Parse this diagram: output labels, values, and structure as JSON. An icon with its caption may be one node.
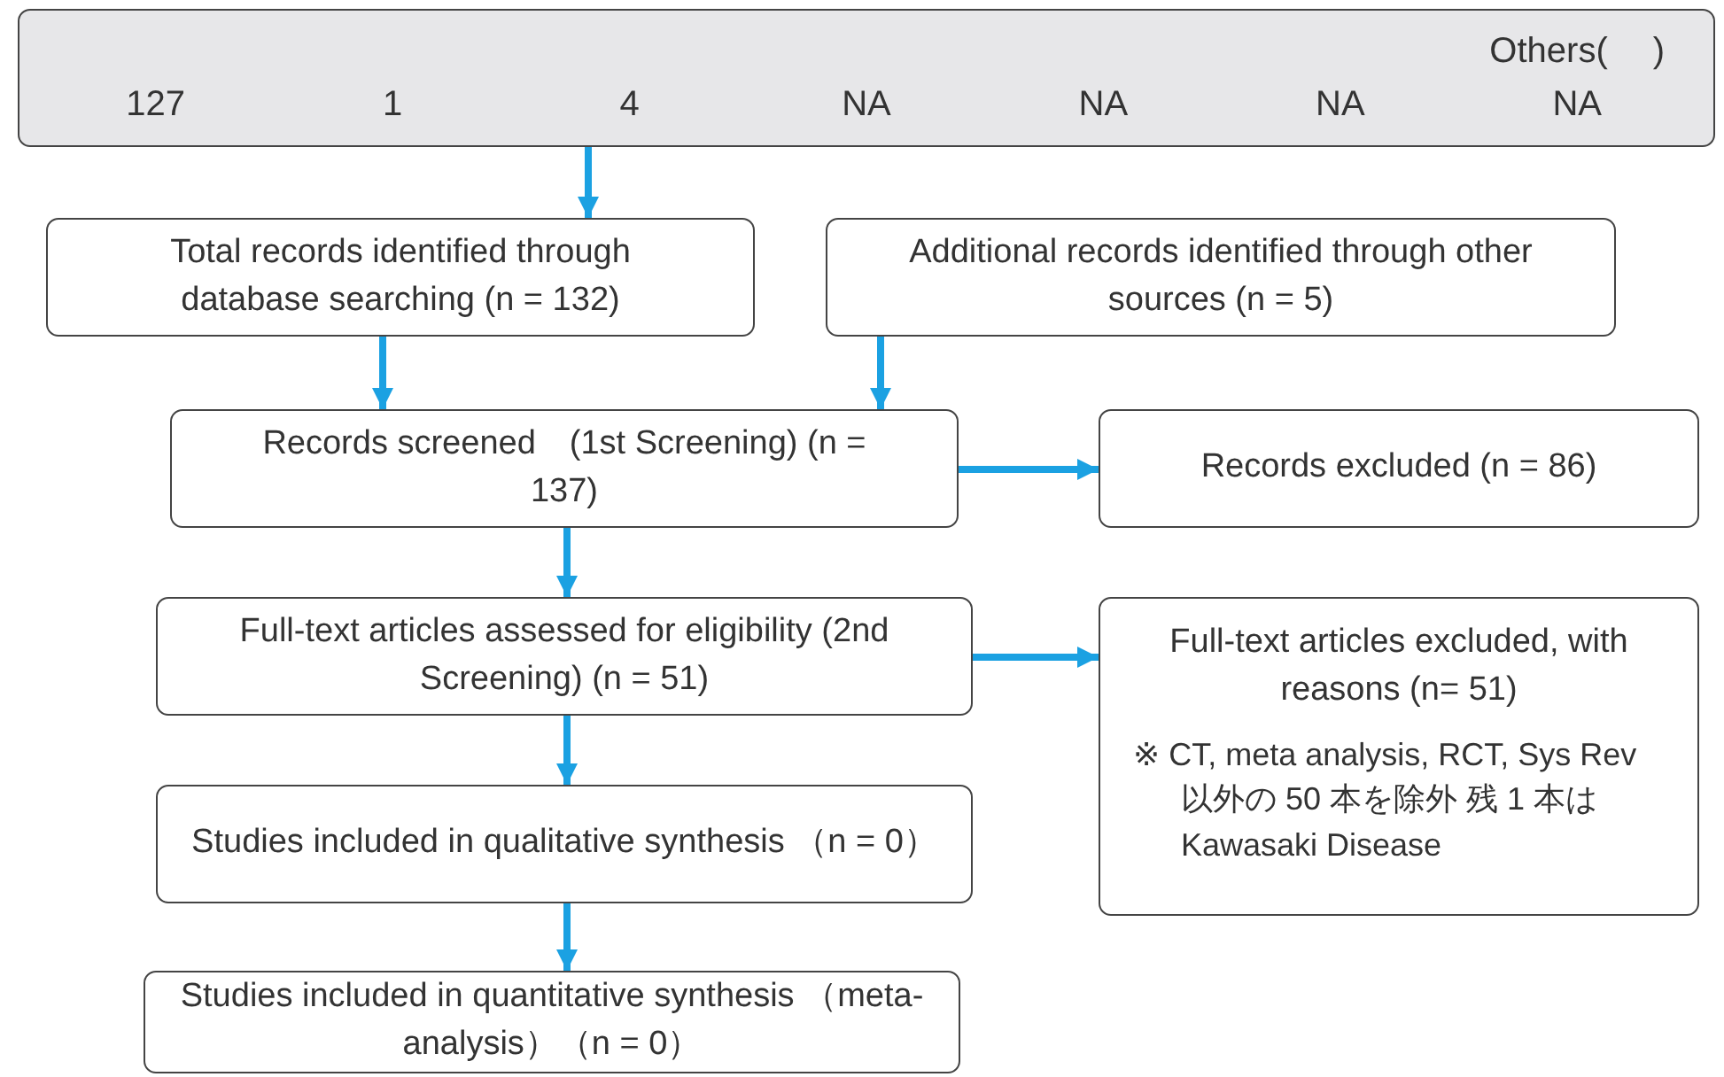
{
  "diagram": {
    "nodes": [
      {
        "text": [
          "127",
          "1",
          "4",
          "NA",
          "NA",
          "NA",
          "Others(　 )",
          "NA"
        ]
      },
      {
        "text": [
          "Total records identified through database searching (n = 132)"
        ]
      },
      {
        "text": [
          "Additional records identified through other sources (n = 5)"
        ]
      },
      {
        "text": [
          "Records screened　(1st Screening) (n = 137)"
        ]
      },
      {
        "text": [
          "Records excluded (n = 86)"
        ]
      },
      {
        "text": [
          "Full-text articles assessed for eligibility (2nd Screening) (n = 51)"
        ]
      },
      {
        "text": [
          "Full-text articles excluded, with reasons (n= 51)",
          "※ CT, meta analysis, RCT, Sys Rev 以外の 50 本を除外 残 1 本は Kawasaki Disease"
        ]
      },
      {
        "text": [
          "Studies included in qualitative synthesis （n = 0）"
        ]
      },
      {
        "text": [
          "Studies included in quantitative synthesis （meta-analysis）（n = 0）"
        ]
      }
    ],
    "edges": [
      {
        "from": 0,
        "to": 1,
        "arrow": "to"
      },
      {
        "from": 1,
        "to": 3,
        "arrow": "to"
      },
      {
        "from": 2,
        "to": 3,
        "arrow": "to"
      },
      {
        "from": 3,
        "to": 4,
        "arrow": "to"
      },
      {
        "from": 3,
        "to": 5,
        "arrow": "to"
      },
      {
        "from": 5,
        "to": 6,
        "arrow": "to"
      },
      {
        "from": 5,
        "to": 7,
        "arrow": "to"
      },
      {
        "from": 7,
        "to": 8,
        "arrow": "to"
      }
    ]
  }
}
